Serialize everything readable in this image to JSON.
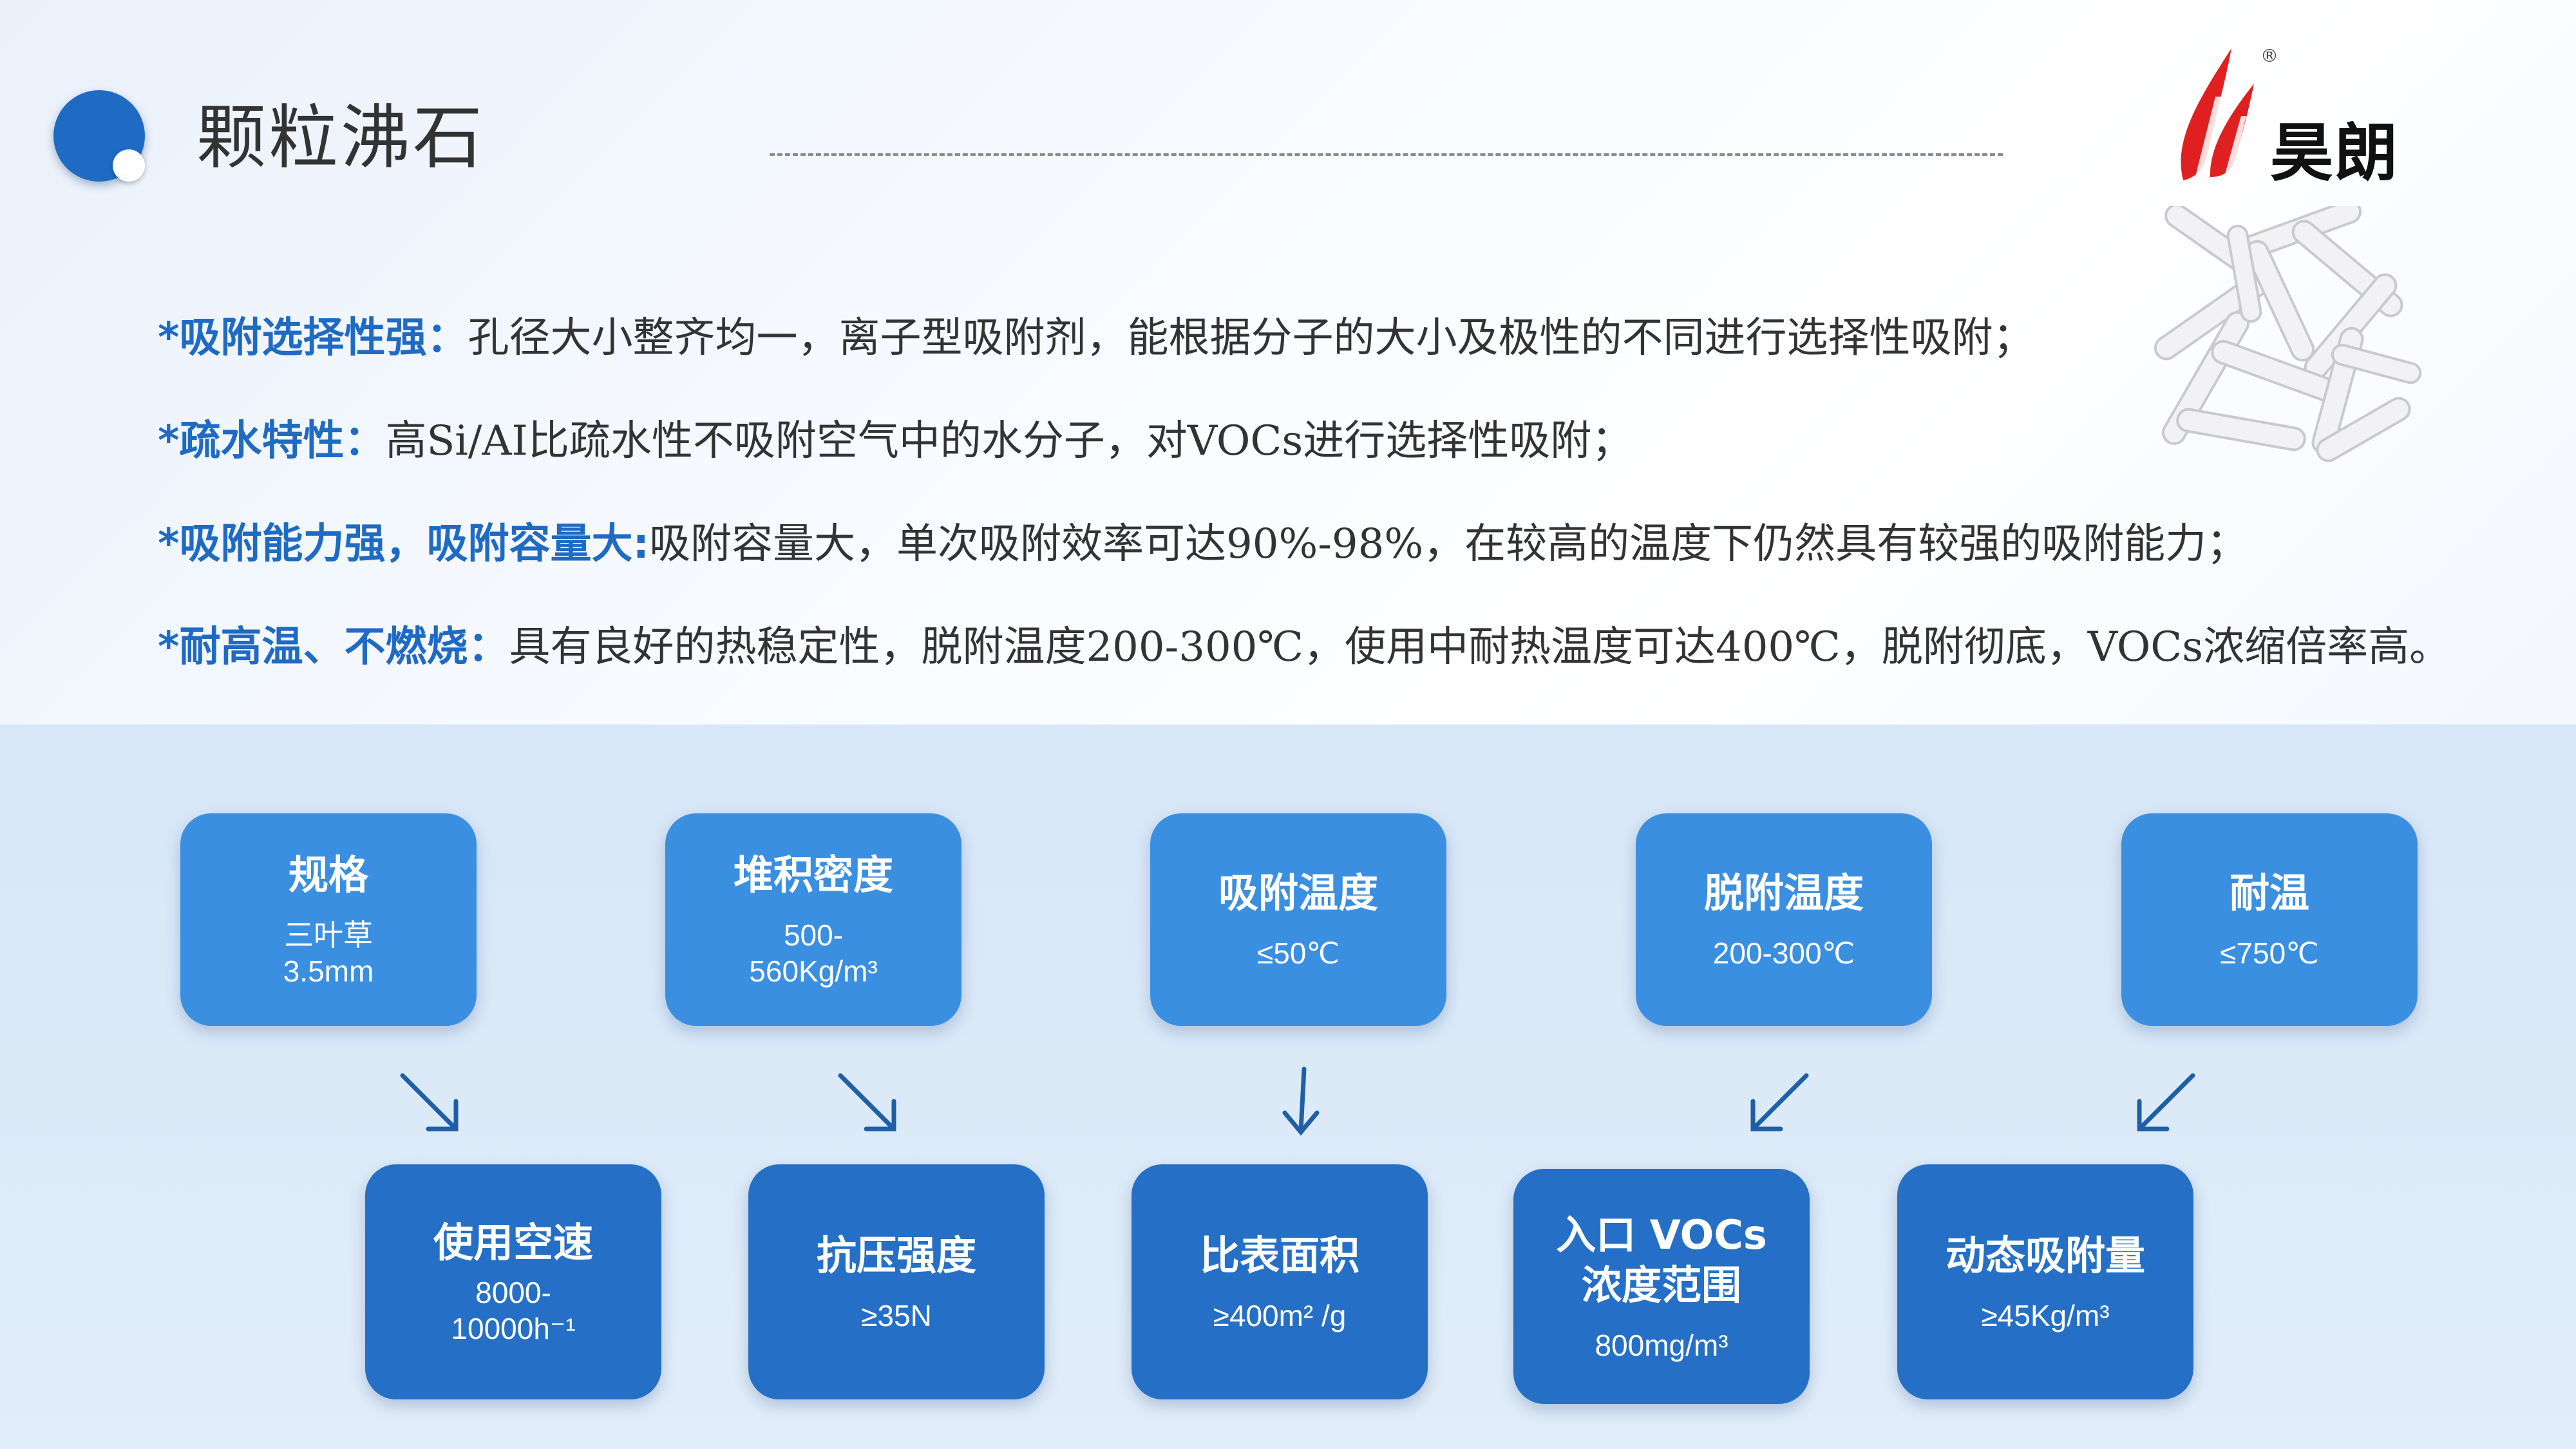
{
  "header": {
    "title": "颗粒沸石",
    "logo_text": "昊朗",
    "logo_reg": "®"
  },
  "features": [
    {
      "label": "*吸附选择性强：",
      "text": "孔径大小整齐均一，离子型吸附剂，能根据分子的大小及极性的不同进行选择性吸附；"
    },
    {
      "label": "*疏水特性：",
      "text": "高Si/AI比疏水性不吸附空气中的水分子，对VOCs进行选择性吸附；"
    },
    {
      "label": "*吸附能力强，吸附容量大:",
      "text": "吸附容量大，单次吸附效率可达90%-98%，在较高的温度下仍然具有较强的吸附能力；"
    },
    {
      "label": "*耐高温、不燃烧：",
      "text": "具有良好的热稳定性，脱附温度200-300℃，使用中耐热温度可达400℃，脱附彻底，VOCs浓缩倍率高。"
    }
  ],
  "specs_top": [
    {
      "title": "规格",
      "value_l1": "三叶草",
      "value_l2": "3.5mm"
    },
    {
      "title": "堆积密度",
      "value_l1": "500-",
      "value_l2": "560Kg/m³"
    },
    {
      "title": "吸附温度",
      "value_l1": "≤50℃",
      "value_l2": ""
    },
    {
      "title": "脱附温度",
      "value_l1": "200-300℃",
      "value_l2": ""
    },
    {
      "title": "耐温",
      "value_l1": "≤750℃",
      "value_l2": ""
    }
  ],
  "specs_bottom": [
    {
      "title_l1": "使用空速",
      "title_l2": "",
      "value_l1": "8000-",
      "value_l2": "10000h⁻¹"
    },
    {
      "title_l1": "抗压强度",
      "title_l2": "",
      "value_l1": "≥35N",
      "value_l2": ""
    },
    {
      "title_l1": "比表面积",
      "title_l2": "",
      "value_l1": "≥400m² /g",
      "value_l2": ""
    },
    {
      "title_l1": "入口 VOCs",
      "title_l2": "浓度范围",
      "value_l1": "800mg/m³",
      "value_l2": ""
    },
    {
      "title_l1": "动态吸附量",
      "title_l2": "",
      "value_l1": "≥45Kg/m³",
      "value_l2": ""
    }
  ],
  "colors": {
    "accent": "#1f6bc4",
    "box_top": "#3b8fe0",
    "box_bottom": "#2570c6",
    "logo_red": "#e02020"
  }
}
